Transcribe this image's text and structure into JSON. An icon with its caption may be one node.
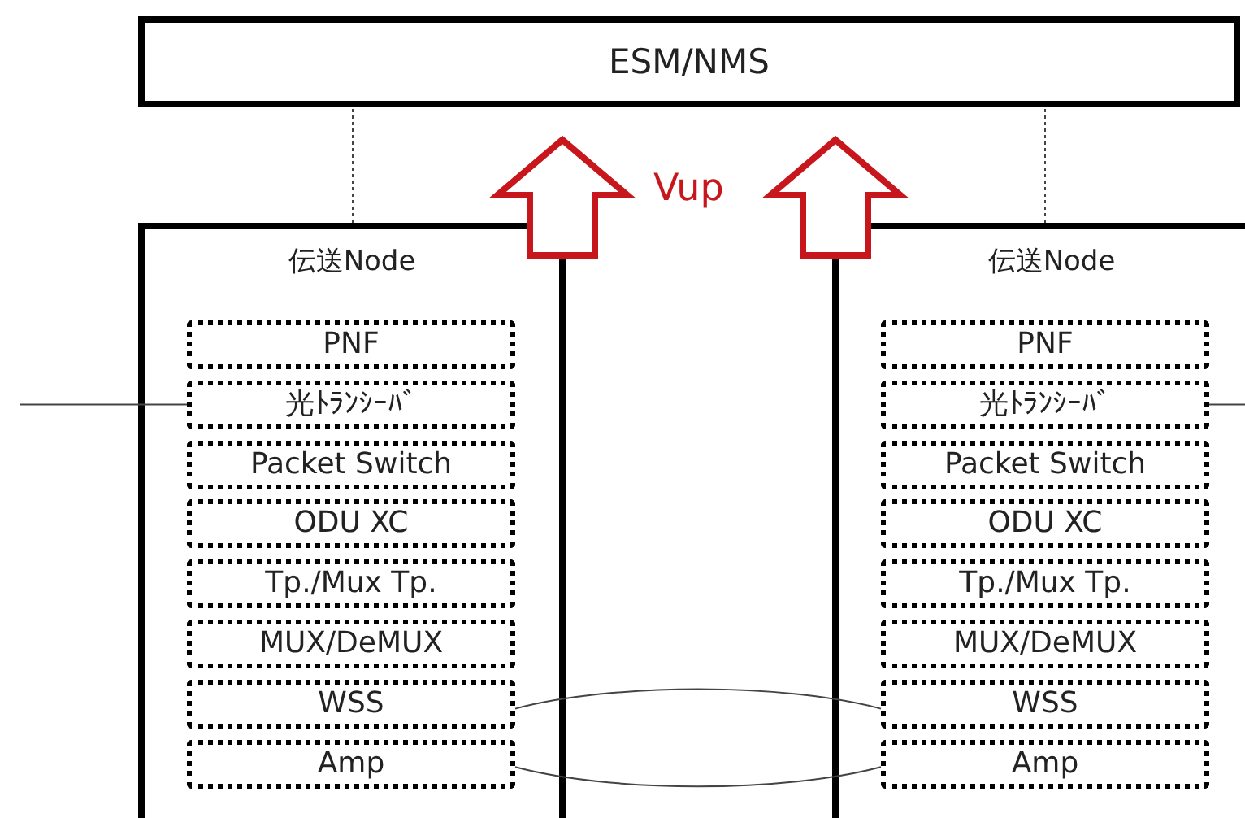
{
  "diagram": {
    "nodes": [
      {
        "text": [
          "ESM/NMS"
        ]
      },
      {
        "text": [
          "伝送Node"
        ]
      },
      {
        "text": [
          "PNF"
        ],
        "in": 1
      },
      {
        "text": [
          "光ﾄﾗﾝｼｰﾊﾞ"
        ],
        "in": 1
      },
      {
        "text": [
          "Packet Switch"
        ],
        "in": 1
      },
      {
        "text": [
          "ODU XC"
        ],
        "in": 1
      },
      {
        "text": [
          "Tp./Mux Tp."
        ],
        "in": 1
      },
      {
        "text": [
          "MUX/DeMUX"
        ],
        "in": 1
      },
      {
        "text": [
          "WSS"
        ],
        "in": 1
      },
      {
        "text": [
          "Amp"
        ],
        "in": 1
      },
      {
        "text": [
          "伝送Node"
        ]
      },
      {
        "text": [
          "PNF"
        ],
        "in": 10
      },
      {
        "text": [
          "光ﾄﾗﾝｼｰﾊﾞ"
        ],
        "in": 10
      },
      {
        "text": [
          "Packet Switch"
        ],
        "in": 10
      },
      {
        "text": [
          "ODU XC"
        ],
        "in": 10
      },
      {
        "text": [
          "Tp./Mux Tp."
        ],
        "in": 10
      },
      {
        "text": [
          "MUX/DeMUX"
        ],
        "in": 10
      },
      {
        "text": [
          "WSS"
        ],
        "in": 10
      },
      {
        "text": [
          "Amp"
        ],
        "in": 10
      }
    ],
    "edges": [
      {
        "from": 1,
        "to": 0,
        "arrow": "none",
        "style": "dashed"
      },
      {
        "from": 10,
        "to": 0,
        "arrow": "none",
        "style": "dashed"
      },
      {
        "from": 1,
        "to": 0,
        "arrow": "to",
        "style": "thick",
        "color": "#c8161d"
      },
      {
        "from": 10,
        "to": 0,
        "arrow": "to",
        "style": "thick",
        "color": "#c8161d"
      },
      {
        "from": null,
        "to": 3,
        "arrow": "none"
      },
      {
        "from": 12,
        "to": null,
        "arrow": "none"
      },
      {
        "from": 8,
        "to": 17,
        "arrow": "none"
      },
      {
        "from": 9,
        "to": 18,
        "arrow": "none"
      }
    ],
    "labels": [
      "Vup"
    ]
  }
}
